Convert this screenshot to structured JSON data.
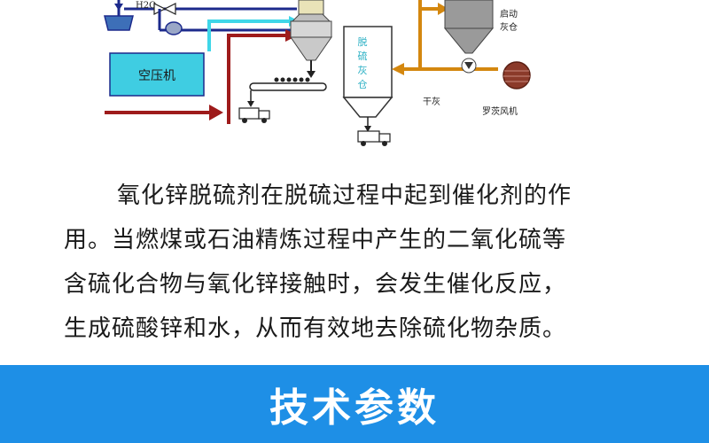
{
  "diagram": {
    "labels": {
      "h2o": "H2O",
      "air_compressor": "空压机",
      "start_ash_silo": [
        "启动",
        "灰仓"
      ],
      "desulf_ash_silo": [
        "脱",
        "硫",
        "灰",
        "仓"
      ],
      "dry_ash": "干灰",
      "roots_blower": "罗茨风机"
    }
  },
  "paragraph": {
    "lines": [
      "氧化锌脱硫剂在脱硫过程中起到催化剂的作",
      "用。当燃煤或石油精炼过程中产生的二氧化硫等",
      "含硫化合物与氧化锌接触时，会发生催化反应，",
      "生成硫酸锌和水，从而有效地去除硫化物杂质。"
    ]
  },
  "banner": {
    "title": "技术参数"
  },
  "colors": {
    "pipe_red": "#9e1b1b",
    "pipe_cyan": "#3fd6e8",
    "pipe_navy": "#1c2a8c",
    "pipe_orange": "#d4870f",
    "compressor_fill": "#3fcde2",
    "banner": "#1e8fe6"
  }
}
